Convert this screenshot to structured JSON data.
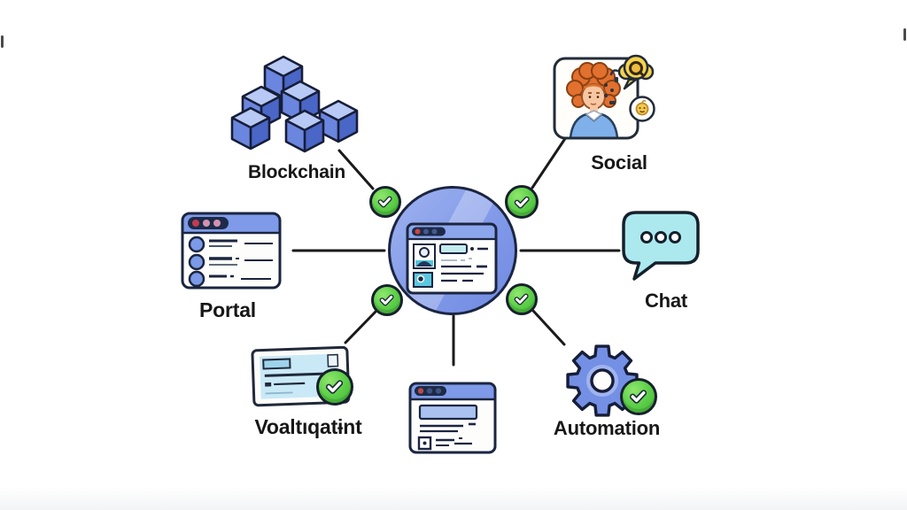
{
  "diagram": {
    "nodes": {
      "blockchain": {
        "label": "Blockchain"
      },
      "social": {
        "label": "Social"
      },
      "portal": {
        "label": "Portal"
      },
      "chat": {
        "label": "Chat"
      },
      "validation": {
        "label": "Voaltıqatɨnt"
      },
      "automation": {
        "label": "Automation"
      }
    },
    "colors": {
      "background": "#FFFFFF",
      "connector_line": "#1A1A1A",
      "hub_blue": "#8199E8",
      "check_green": "#55CB42",
      "window_titlebar_blue": "#7E9AE8",
      "cube_blue": "#6B86DE",
      "chat_teal": "#ACE9EF",
      "gear_blue": "#7490E4",
      "bubble_yellow": "#F5D24E",
      "hair_orange": "#E2702E",
      "label_text": "#171717"
    }
  }
}
